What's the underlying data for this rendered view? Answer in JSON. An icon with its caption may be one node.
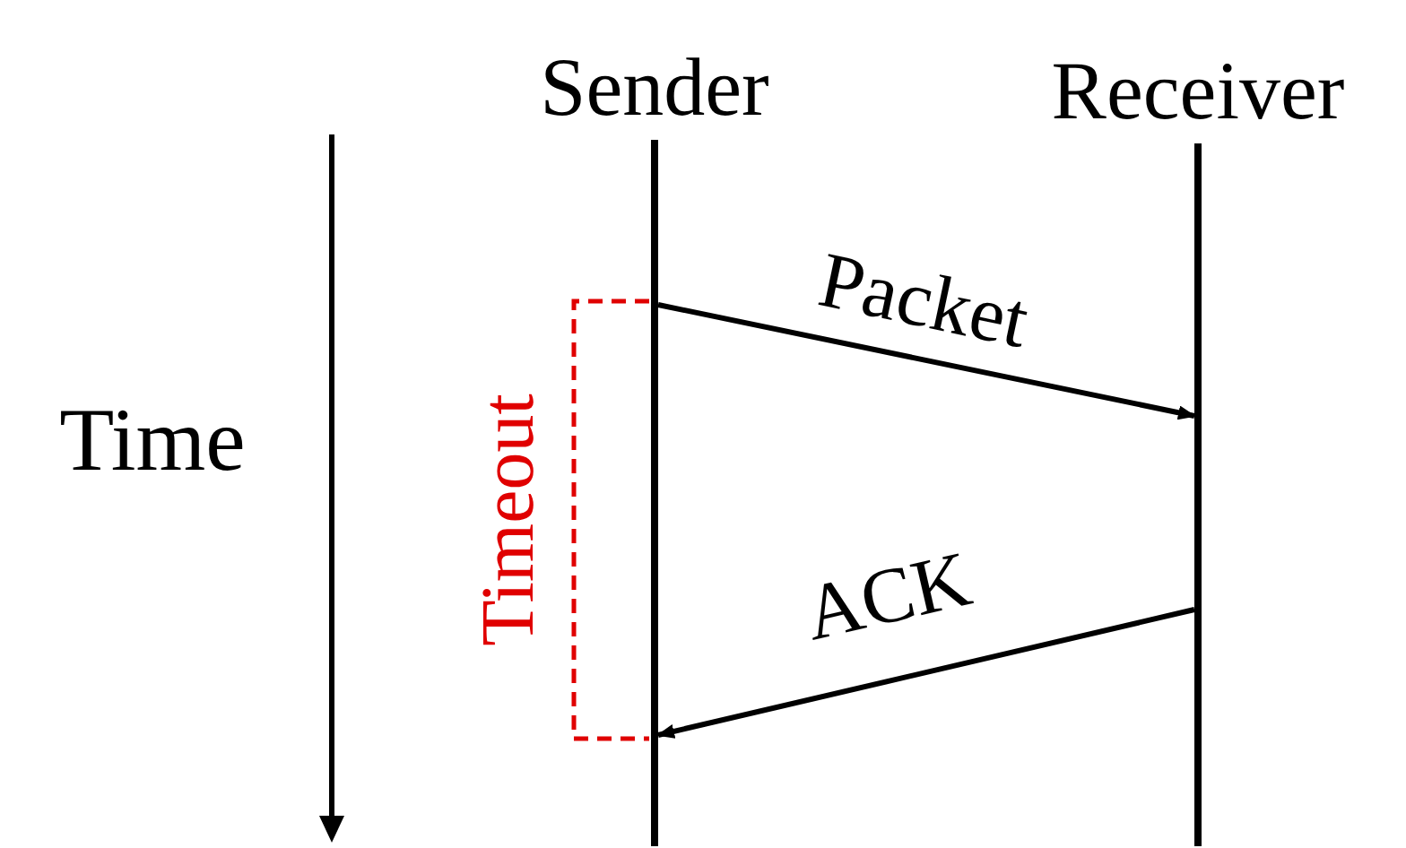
{
  "diagram": {
    "nodes": [
      {
        "text": [
          "Sender"
        ]
      },
      {
        "text": [
          "Receiver"
        ]
      }
    ],
    "edges": [
      {
        "from": 0,
        "to": 1,
        "arrow": "to",
        "label": "Packet"
      },
      {
        "from": 1,
        "to": 0,
        "arrow": "to",
        "label": "ACK"
      }
    ],
    "labels": [
      "Time",
      "Timeout"
    ]
  }
}
